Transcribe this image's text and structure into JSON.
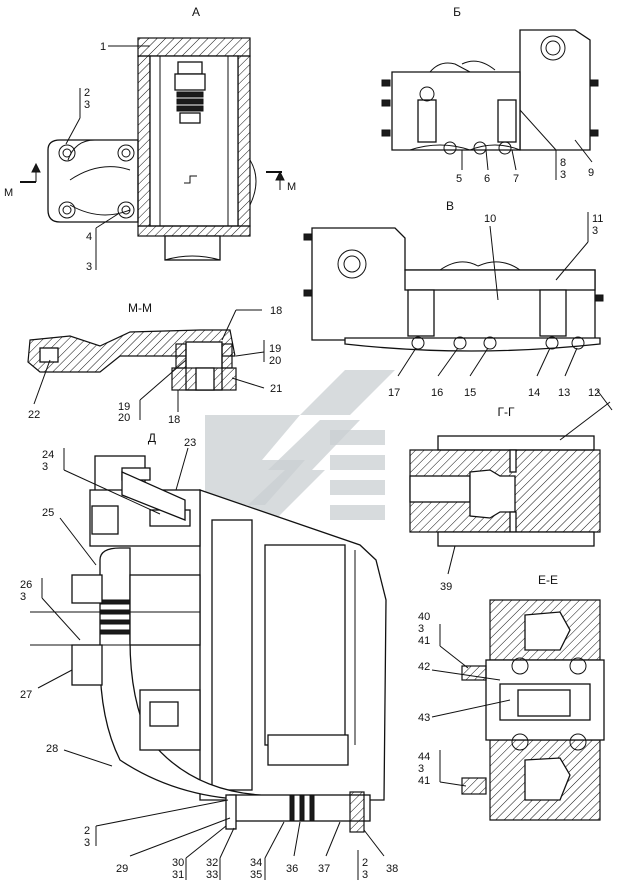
{
  "views": {
    "a": "А",
    "b": "Б",
    "v": "В",
    "mm": "М-М",
    "d": "Д",
    "gg": "Г-Г",
    "ee": "Е-Е",
    "m_left": "М",
    "m_right": "М"
  },
  "callouts": {
    "n1": "1",
    "r2_3": [
      "2",
      "3"
    ],
    "r4_3": [
      "4",
      "3"
    ],
    "n5": "5",
    "n6": "6",
    "n7": "7",
    "r8_3": [
      "8",
      "3"
    ],
    "n9": "9",
    "n10": "10",
    "r11_3": [
      "11",
      "3"
    ],
    "n12": "12",
    "n13": "13",
    "n14": "14",
    "n15": "15",
    "n16": "16",
    "n17": "17",
    "n18a": "18",
    "r19_20a": [
      "19",
      "20"
    ],
    "n21": "21",
    "n22": "22",
    "r19_20b": [
      "19",
      "20"
    ],
    "n18b": "18",
    "n23": "23",
    "r24_3": [
      "24",
      "3"
    ],
    "n25": "25",
    "r26_3": [
      "26",
      "3"
    ],
    "n27": "27",
    "n28": "28",
    "r2_3b": [
      "2",
      "3"
    ],
    "n29": "29",
    "r30_31": [
      "30",
      "31"
    ],
    "r32_33": [
      "32",
      "33"
    ],
    "r34_35": [
      "34",
      "35"
    ],
    "n36": "36",
    "n37": "37",
    "r2_3c": [
      "2",
      "3"
    ],
    "n38": "38",
    "n39": "39",
    "r40_3_41": [
      "40",
      "3",
      "41"
    ],
    "n42": "42",
    "n43": "43",
    "r44_3_41": [
      "44",
      "3",
      "41"
    ]
  },
  "colors": {
    "ink": "#111111",
    "watermark": "#c9cfd1"
  }
}
